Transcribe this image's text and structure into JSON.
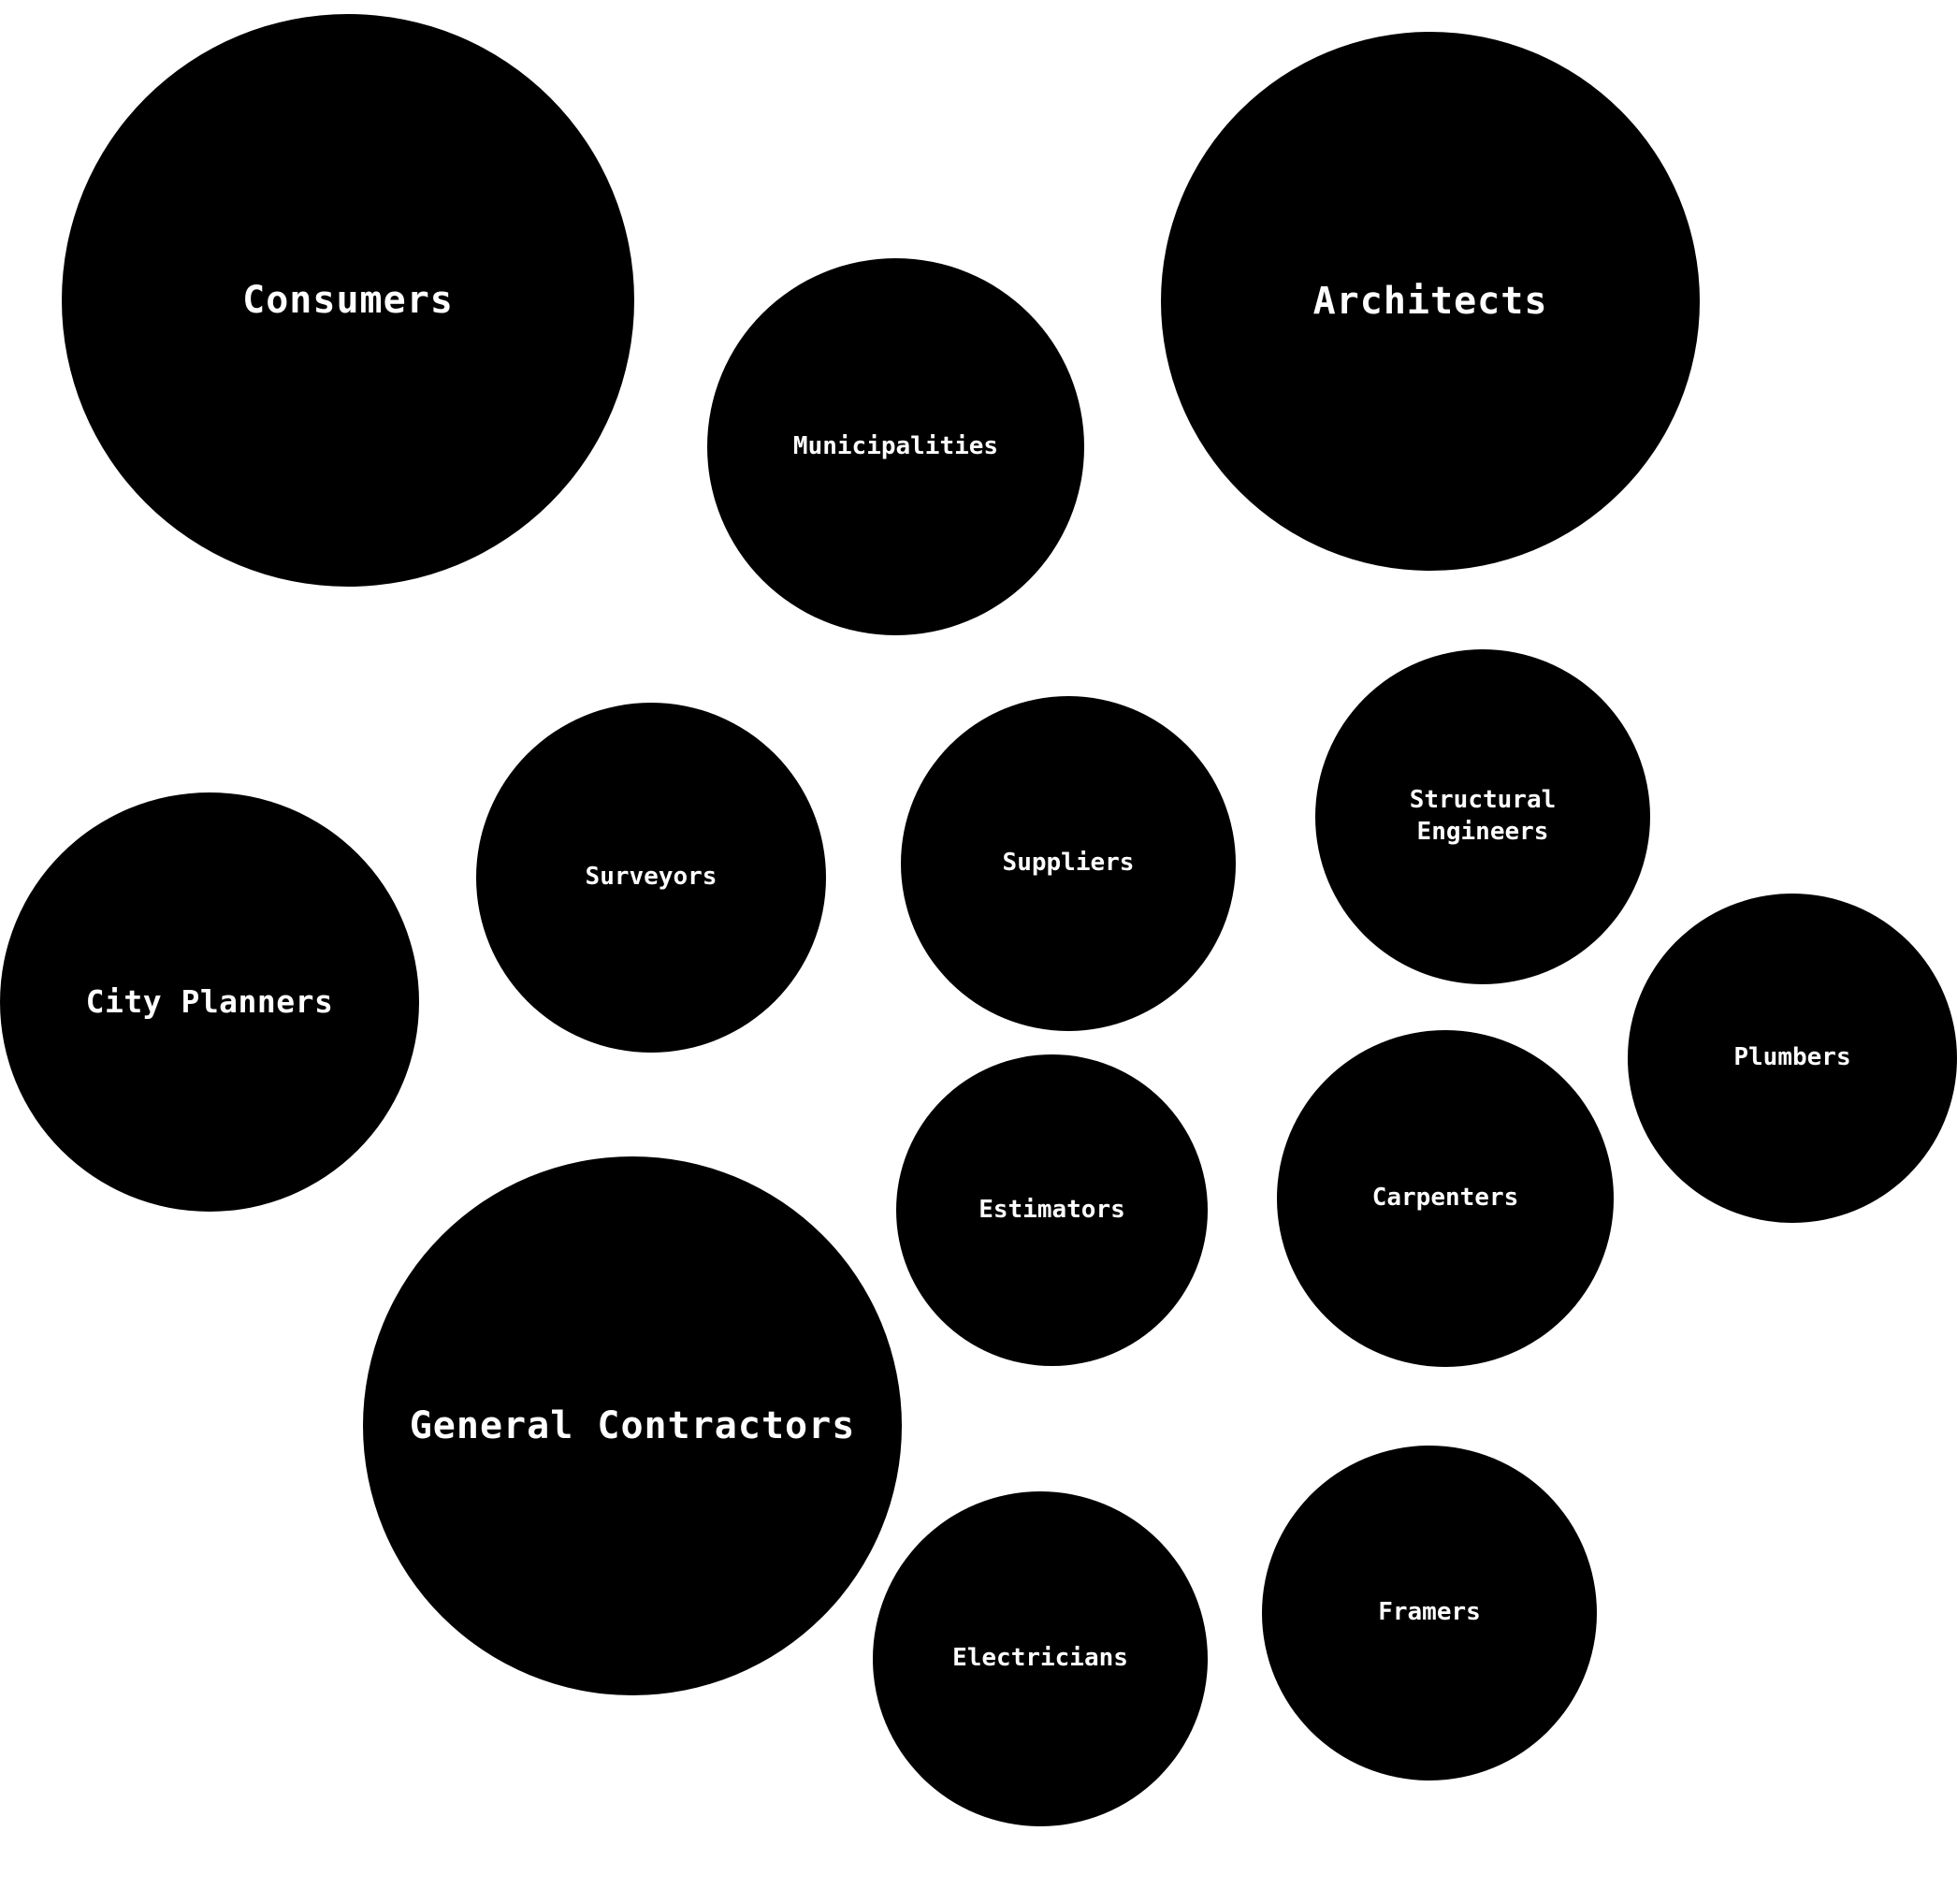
{
  "diagram": {
    "bubbles": [
      {
        "id": "consumers",
        "label": "Consumers"
      },
      {
        "id": "municipalities",
        "label": "Municipalities"
      },
      {
        "id": "architects",
        "label": "Architects"
      },
      {
        "id": "surveyors",
        "label": "Surveyors"
      },
      {
        "id": "suppliers",
        "label": "Suppliers"
      },
      {
        "id": "structural_engineers",
        "label": "Structural\nEngineers"
      },
      {
        "id": "city_planners",
        "label": "City Planners"
      },
      {
        "id": "plumbers",
        "label": "Plumbers"
      },
      {
        "id": "estimators",
        "label": "Estimators"
      },
      {
        "id": "carpenters",
        "label": "Carpenters"
      },
      {
        "id": "general_contractors",
        "label": "General Contractors"
      },
      {
        "id": "electricians",
        "label": "Electricians"
      },
      {
        "id": "framers",
        "label": "Framers"
      }
    ],
    "colors": {
      "bubble_fill": "#000000",
      "label_text": "#ffffff",
      "background": "#ffffff"
    }
  }
}
